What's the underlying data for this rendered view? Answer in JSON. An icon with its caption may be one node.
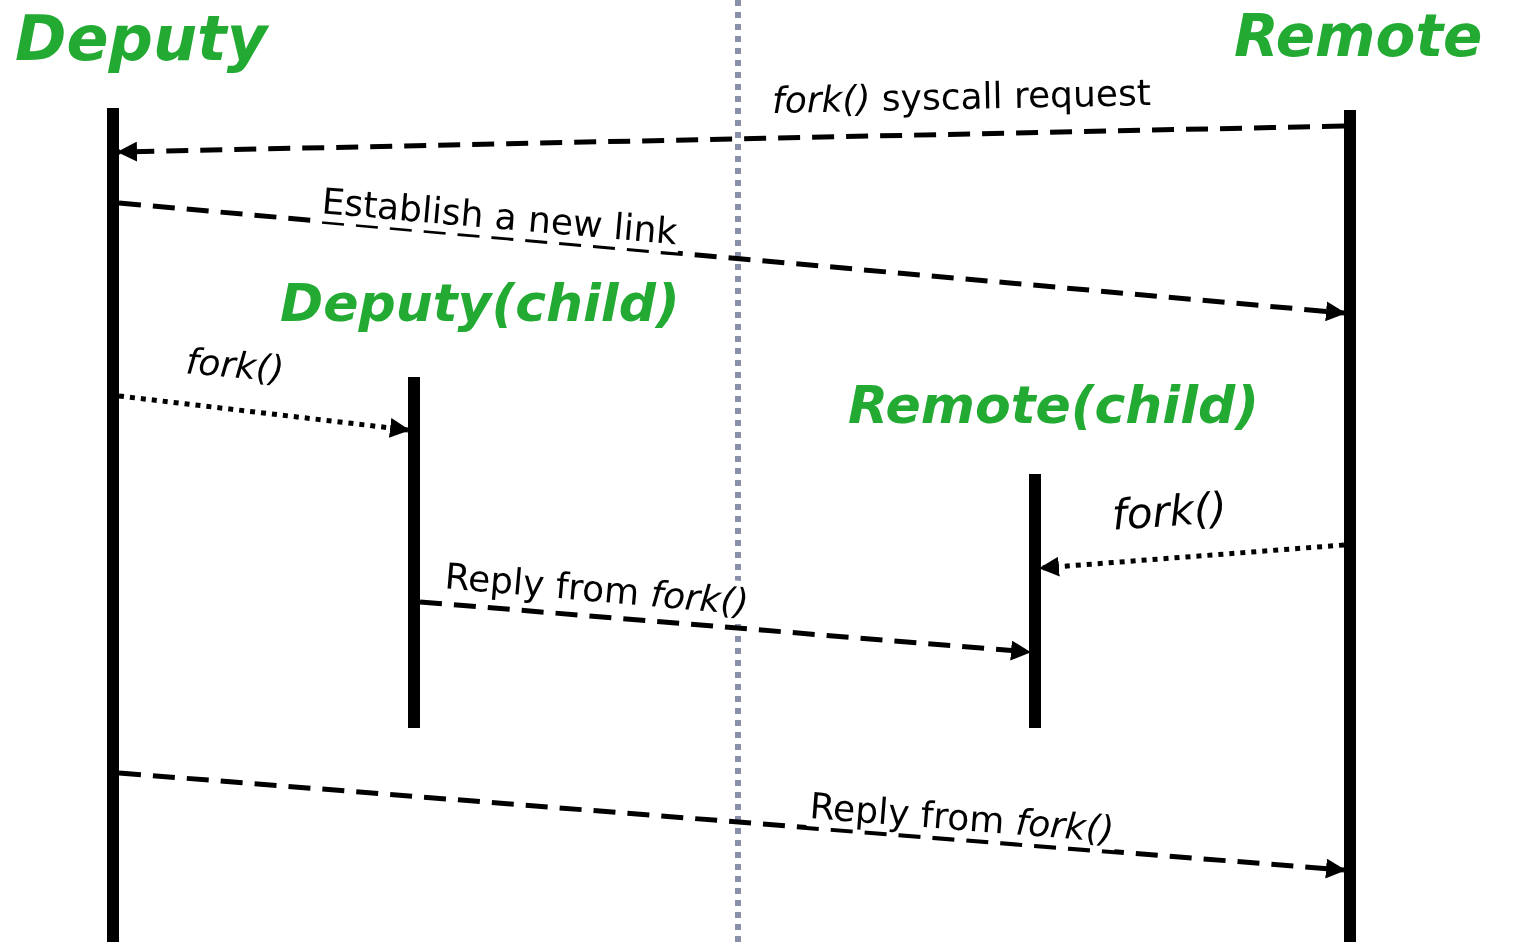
{
  "diagram": {
    "nodes": [
      {
        "text": [
          "Deputy"
        ]
      },
      {
        "text": [
          "Remote"
        ]
      },
      {
        "text": [
          "Deputy(child)"
        ]
      },
      {
        "text": [
          "Remote(child)"
        ]
      }
    ],
    "edges": [
      {
        "from": 1,
        "to": 0,
        "arrow": "to",
        "style": "dashed",
        "label": "*fork()* syscall request"
      },
      {
        "from": 0,
        "to": 1,
        "arrow": "to",
        "style": "dashed",
        "label": "Establish a new link"
      },
      {
        "from": 0,
        "to": 2,
        "arrow": "to",
        "style": "dashed",
        "label": "fork()"
      },
      {
        "from": 1,
        "to": 3,
        "arrow": "to",
        "style": "dashed",
        "label": "fork()"
      },
      {
        "from": 2,
        "to": 3,
        "arrow": "to",
        "style": "dashed",
        "label": "Reply from *fork()*"
      },
      {
        "from": 0,
        "to": 1,
        "arrow": "to",
        "style": "dashed",
        "label": "Reply from *fork()*"
      }
    ]
  }
}
